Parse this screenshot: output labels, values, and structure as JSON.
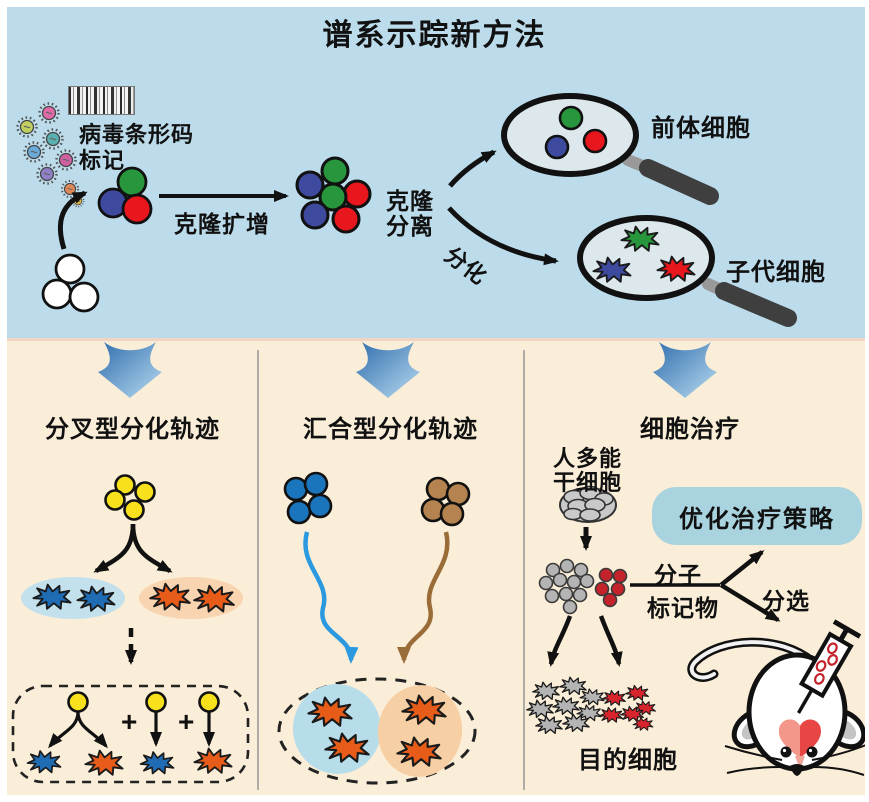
{
  "title": "谱系示踪新方法",
  "top_section": {
    "virus_label": [
      "病毒条形码",
      "标记"
    ],
    "clonal_expansion": "克隆扩增",
    "clonal_separation": [
      "克隆",
      "分离"
    ],
    "differentiation": "分化",
    "precursor_cells": "前体细胞",
    "progeny_cells": "子代细胞"
  },
  "columns": {
    "left": {
      "title": "分叉型分化轨迹",
      "plus_sign": "+"
    },
    "middle": {
      "title": "汇合型分化轨迹"
    },
    "right": {
      "title": "细胞治疗",
      "stem_cell_label": [
        "人多能",
        "干细胞"
      ],
      "strategy_box": "优化治疗策略",
      "molecular_marker": [
        "分子",
        "标记物"
      ],
      "sorting": "分选",
      "target_cells": "目的细胞"
    }
  },
  "colors": {
    "top_background": "#bcdcec",
    "bottom_background": "#faeed8",
    "strategy_box_fill": "#a9d3de",
    "cell_green": "#27963c",
    "cell_blue": "#3d4a9e",
    "cell_red": "#e8161d",
    "cell_yellow": "#f7e11c",
    "dot_blue": "#1b75bc",
    "dot_brown": "#b5834f",
    "star_blue": "#1f6cb5",
    "star_orange": "#e85c1a",
    "ellipse_light_blue": "#c3e1ec",
    "ellipse_light_orange": "#f8d5b0",
    "gradient_arrow": "#3572b0"
  }
}
